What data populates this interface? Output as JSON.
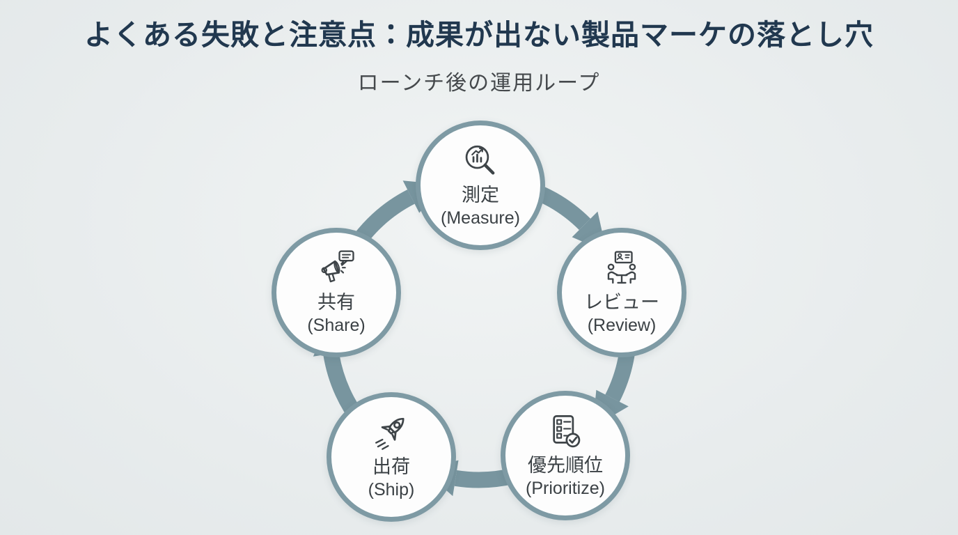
{
  "page": {
    "title": "よくある失敗と注意点：成果が出ない製品マーケの落とし穴",
    "subtitle": "ローンチ後の運用ループ"
  },
  "diagram": {
    "type": "cycle",
    "direction": "clockwise",
    "step_count": 5,
    "steps": [
      {
        "id": "measure",
        "label_ja": "測定",
        "label_en": "(Measure)",
        "icon": "magnifier-chart-icon"
      },
      {
        "id": "review",
        "label_ja": "レビュー",
        "label_en": "(Review)",
        "icon": "meeting-icon"
      },
      {
        "id": "prioritize",
        "label_ja": "優先順位",
        "label_en": "(Prioritize)",
        "icon": "checklist-check-icon"
      },
      {
        "id": "ship",
        "label_ja": "出荷",
        "label_en": "(Ship)",
        "icon": "rocket-icon"
      },
      {
        "id": "share",
        "label_ja": "共有",
        "label_en": "(Share)",
        "icon": "megaphone-speech-icon"
      }
    ],
    "colors": {
      "background": "#e8eced",
      "title_text": "#21384f",
      "subtitle_text": "#45494c",
      "circle_border": "#7e9aa4",
      "circle_fill": "#fdfdfd",
      "arrow": "#78959f",
      "label_text": "#3b4145",
      "icon_stroke": "#3e4448"
    }
  }
}
